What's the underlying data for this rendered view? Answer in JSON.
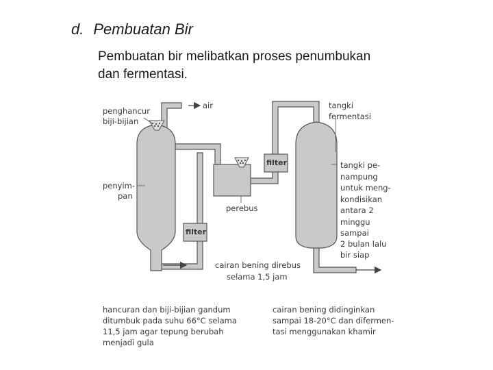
{
  "heading": {
    "letter": "d.",
    "title": "Pembuatan Bir"
  },
  "intro": {
    "line1": "Pembuatan bir melibatkan proses penumbukan",
    "line2": "dan fermentasi."
  },
  "labels": {
    "penghancur_1": "penghancur",
    "penghancur_2": "biji-bijian",
    "air": "air",
    "penyimpan_1": "penyim-",
    "penyimpan_2": "pan",
    "filter_top": "filter",
    "filter_bottom": "filter",
    "perebus": "perebus",
    "tangki_fermentasi_1": "tangki",
    "tangki_fermentasi_2": "fermentasi",
    "tangki_penampung": [
      "tangki pe-",
      "nampung",
      "untuk meng-",
      "kondisikan",
      "antara 2",
      "minggu",
      "sampai",
      "2 bulan lalu",
      "bir siap"
    ],
    "cairan_1": "cairan bening direbus",
    "cairan_2": "selama 1,5 jam"
  },
  "captions": {
    "left": [
      "hancuran dan biji-bijian gandum",
      "ditumbuk pada suhu 66°C selama",
      "11,5 jam agar tepung berubah",
      "menjadi gula"
    ],
    "right": [
      "cairan bening didinginkan",
      "sampai 18-20°C dan difermen-",
      "tasi menggunakan khamir"
    ]
  },
  "colors": {
    "vessel_fill": "#c9c9c9",
    "vessel_stroke": "#555555",
    "pipe_fill": "#c9c9c9",
    "background": "#ffffff"
  }
}
